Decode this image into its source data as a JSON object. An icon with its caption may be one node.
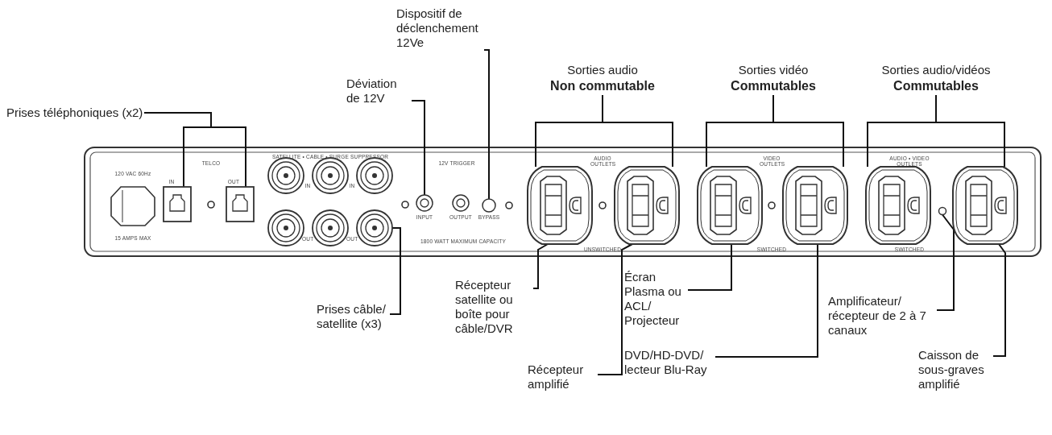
{
  "diagram": {
    "nodes": [
      {
        "text": [
          "Dispositif de déclenchement 12Ve"
        ]
      },
      {
        "text": [
          "Déviation de 12V"
        ]
      },
      {
        "text": [
          "Sorties audio",
          "Non commutable"
        ]
      },
      {
        "text": [
          "Sorties vidéo",
          "Commutables"
        ]
      },
      {
        "text": [
          "Sorties audio/vidéos",
          "Commutables"
        ]
      },
      {
        "text": [
          "Prises téléphoniques (x2)"
        ]
      },
      {
        "text": [],
        "shape": "box"
      },
      {
        "text": [],
        "shape": "box"
      },
      {
        "text": [],
        "shape": "circle"
      },
      {
        "text": [],
        "shape": "circle"
      },
      {
        "text": [],
        "shape": "circle"
      },
      {
        "text": [],
        "shape": "outlet"
      },
      {
        "text": [],
        "shape": "outlet"
      },
      {
        "text": [],
        "shape": "outlet"
      },
      {
        "text": [],
        "shape": "outlet"
      },
      {
        "text": [],
        "shape": "outlet"
      },
      {
        "text": [],
        "shape": "outlet"
      },
      {
        "text": [],
        "shape": "circle"
      },
      {
        "text": [
          "Récepteur satellite ou boîte pour câble/DVR"
        ]
      },
      {
        "text": [
          "Écran Plasma ou ACL/ Projecteur"
        ]
      },
      {
        "text": [
          "Amplificateur/ récepteur de 2 à 7 canaux"
        ]
      },
      {
        "text": [
          "Prises câble/ satellite (x3)"
        ]
      },
      {
        "text": [
          "Récepteur amplifié"
        ]
      },
      {
        "text": [
          "DVD/HD-DVD/ lecteur Blu-Ray"
        ]
      },
      {
        "text": [
          "Caisson de sous-graves amplifié"
        ]
      },
      {
        "text": [],
        "shape": "circle"
      },
      {
        "text": [],
        "shape": "circle"
      },
      {
        "text": [],
        "shape": "circle"
      },
      {
        "text": [],
        "shape": "circle"
      },
      {
        "text": [],
        "shape": "circle"
      }
    ],
    "edges": [
      {
        "from": 5,
        "to": 6,
        "arrow": "none"
      },
      {
        "from": 5,
        "to": 7,
        "arrow": "none"
      },
      {
        "from": 1,
        "to": 9,
        "arrow": "none"
      },
      {
        "from": 0,
        "to": 10,
        "arrow": "none"
      },
      {
        "from": 2,
        "to": 11,
        "arrow": "none"
      },
      {
        "from": 2,
        "to": 12,
        "arrow": "none"
      },
      {
        "from": 3,
        "to": 13,
        "arrow": "none"
      },
      {
        "from": 3,
        "to": 14,
        "arrow": "none"
      },
      {
        "from": 4,
        "to": 15,
        "arrow": "none"
      },
      {
        "from": 4,
        "to": 16,
        "arrow": "none"
      },
      {
        "from": 21,
        "to": 8,
        "arrow": "none"
      },
      {
        "from": 18,
        "to": 11,
        "arrow": "none"
      },
      {
        "from": 22,
        "to": 12,
        "arrow": "none"
      },
      {
        "from": 19,
        "to": 13,
        "arrow": "none"
      },
      {
        "from": 23,
        "to": 14,
        "arrow": "none"
      },
      {
        "from": 20,
        "to": 17,
        "arrow": "none"
      },
      {
        "from": 24,
        "to": 16,
        "arrow": "none"
      }
    ],
    "labels": [
      "120 VAC 60Hz",
      "TELCO",
      "SATELLITE • CABLE • SURGE SUPPRESSOR",
      "12V TRIGGER",
      "AUDIO OUTLETS",
      "VIDEO OUTLETS",
      "AUDIO • VIDEO OUTLETS",
      "IN",
      "OUT",
      "IN",
      "IN",
      "INPUT",
      "OUTPUT",
      "BYPASS",
      "15 AMPS MAX",
      "OUT",
      "OUT",
      "1800 WATT MAXIMUM CAPACITY",
      "UNSWITCHED",
      "SWITCHED",
      "SWITCHED"
    ]
  }
}
